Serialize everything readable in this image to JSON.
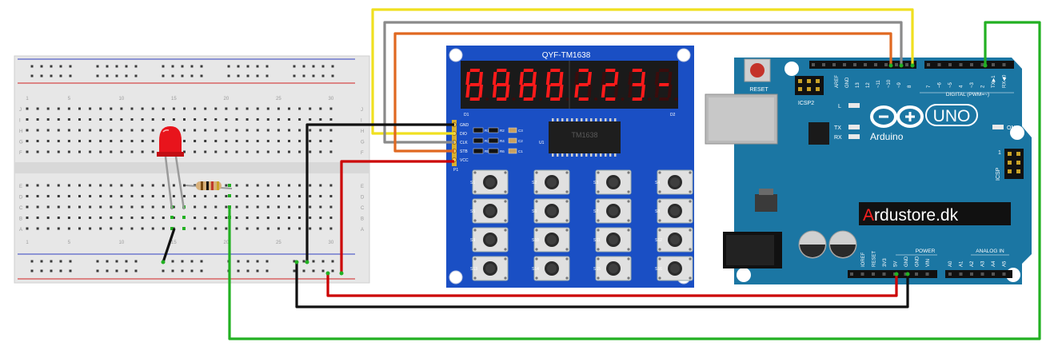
{
  "module": {
    "title": "QYF-TM1638",
    "digits": [
      "8",
      "8",
      "8",
      "8",
      "2",
      "2",
      "3",
      "-"
    ],
    "digit_color": "#ff1a1a",
    "pcb_color": "#1a4fc4",
    "pins": [
      "GND",
      "DIO",
      "CLK",
      "STB",
      "VCC"
    ],
    "pin_header_label": "P1",
    "chip_label": "TM1638",
    "chip_sub": "U1",
    "display_refs": [
      "D1",
      "D2"
    ],
    "resistors": [
      "R1",
      "R2",
      "R3",
      "R4",
      "R5",
      "R6"
    ],
    "caps": [
      "C3",
      "C2",
      "C1"
    ],
    "key_labels": [
      "S1",
      "S2",
      "S3",
      "S4",
      "S5",
      "S6",
      "S7",
      "S8",
      "S9",
      "S10",
      "S11",
      "S12",
      "S13",
      "S14",
      "S15",
      "S16"
    ]
  },
  "arduino": {
    "brand": "Arduino",
    "model": "UNO",
    "reset_label": "RESET",
    "icsp2_label": "ICSP2",
    "icsp_label": "ICSP",
    "icsp_pin1": "1",
    "digital_label": "DIGITAL (PWM=~)",
    "top_left_pins": [
      "AREF",
      "GND",
      "13",
      "12",
      "~11",
      "~10",
      "~9",
      "8"
    ],
    "top_right_pins": [
      "7",
      "~6",
      "~5",
      "4",
      "~3",
      "2",
      "TX▶1",
      "RX◀0"
    ],
    "power_label": "POWER",
    "power_pins": [
      "IOREF",
      "RESET",
      "3V3",
      "5V",
      "GND",
      "GND",
      "VIN"
    ],
    "analog_label": "ANALOG IN",
    "analog_pins": [
      "A0",
      "A1",
      "A2",
      "A3",
      "A4",
      "A5"
    ],
    "led_labels": [
      "L",
      "TX",
      "RX"
    ],
    "on_label": "ON",
    "watermark_first": "A",
    "watermark_rest": "rdustore.dk",
    "watermark_accent": "#ff2020"
  },
  "breadboard": {
    "col_numbers": [
      "1",
      "5",
      "10",
      "15",
      "20",
      "25",
      "30"
    ],
    "row_letters_top": [
      "J",
      "I",
      "H",
      "G",
      "F"
    ],
    "row_letters_bottom": [
      "E",
      "D",
      "C",
      "B",
      "A"
    ]
  },
  "wires": {
    "yellow": "#f0e020",
    "gray": "#8a8a8a",
    "orange": "#e06820",
    "red": "#cc0000",
    "black": "#111111",
    "green": "#22b022"
  }
}
